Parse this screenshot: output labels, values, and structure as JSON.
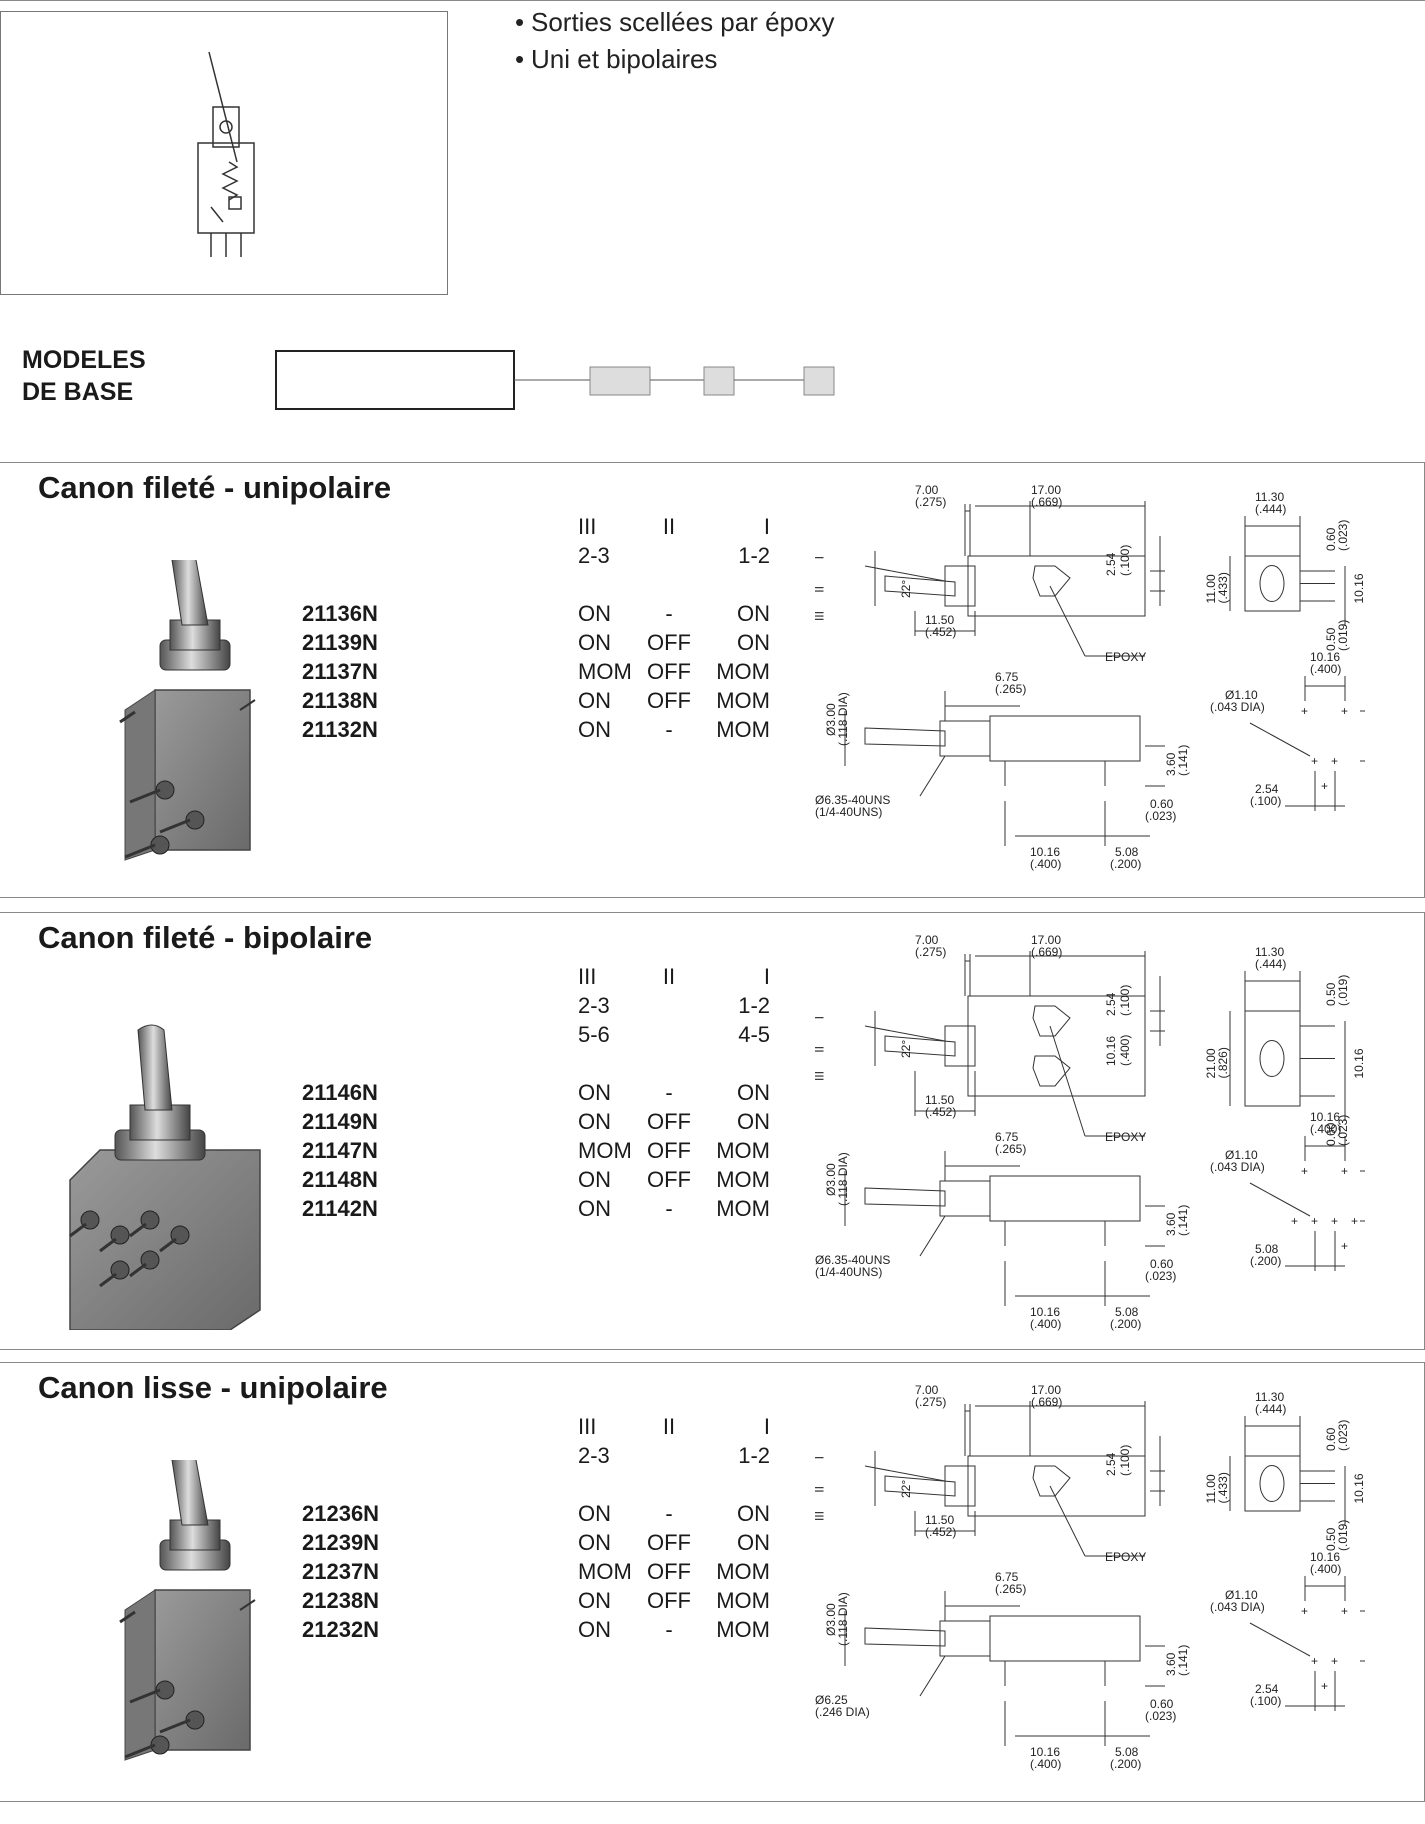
{
  "header": {
    "bullets": [
      "Sorties scellées par époxy",
      "Uni et bipolaires"
    ]
  },
  "base_models": {
    "label_line1": "MODELES",
    "label_line2": "DE BASE"
  },
  "sections": [
    {
      "title": "Canon fileté - unipolaire",
      "positions_header": [
        "III",
        "II",
        "I"
      ],
      "pin_rows": [
        [
          "2-3",
          "",
          "1-2"
        ]
      ],
      "parts": [
        {
          "code": "21136N",
          "p3": "ON",
          "p2": "-",
          "p1": "ON"
        },
        {
          "code": "21139N",
          "p3": "ON",
          "p2": "OFF",
          "p1": "ON"
        },
        {
          "code": "21137N",
          "p3": "MOM",
          "p2": "OFF",
          "p1": "MOM"
        },
        {
          "code": "21138N",
          "p3": "ON",
          "p2": "OFF",
          "p1": "MOM"
        },
        {
          "code": "21132N",
          "p3": "ON",
          "p2": "-",
          "p1": "MOM"
        }
      ],
      "dims": {
        "a": "7.00",
        "a_in": "(.275)",
        "b": "17.00",
        "b_in": "(.669)",
        "c": "2.54",
        "c_in": "(.100)",
        "d": "11.50",
        "d_in": "(.452)",
        "angle": "22°",
        "epoxy": "EPOXY",
        "e": "6.75",
        "e_in": "(.265)",
        "f": "Ø3.00",
        "f_in": "(.118 DIA)",
        "thread": "Ø6.35-40UNS",
        "thread_in": "(1/4-40UNS)",
        "g": "3.60",
        "g_in": "(.141)",
        "h": "0.60",
        "h_in": "(.023)",
        "i": "10.16",
        "i_in": "(.400)",
        "j": "5.08",
        "j_in": "(.200)",
        "side_w": "11.30",
        "side_w_in": "(.444)",
        "side_t": "0.60",
        "side_t_in": "(.023)",
        "side_h": "11.00",
        "side_h_in": "(.433)",
        "side_p": "10.16",
        "side_p_in": "(.400)",
        "side_b": "0.50",
        "side_b_in": "(.019)",
        "hole_w": "10.16",
        "hole_w_in": "(.400)",
        "hole_d": "Ø1.10",
        "hole_d_in": "(.043 DIA)",
        "hole_h": "10.16",
        "hole_h_in": "(.400)",
        "hole_p": "2.54",
        "hole_p_in": "(.100)",
        "hole_q": "5.08",
        "hole_q_in": "(.200)",
        "roman": [
          "I",
          "II",
          "III"
        ]
      }
    },
    {
      "title": "Canon fileté - bipolaire",
      "positions_header": [
        "III",
        "II",
        "I"
      ],
      "pin_rows": [
        [
          "2-3",
          "",
          "1-2"
        ],
        [
          "5-6",
          "",
          "4-5"
        ]
      ],
      "parts": [
        {
          "code": "21146N",
          "p3": "ON",
          "p2": "-",
          "p1": "ON"
        },
        {
          "code": "21149N",
          "p3": "ON",
          "p2": "OFF",
          "p1": "ON"
        },
        {
          "code": "21147N",
          "p3": "MOM",
          "p2": "OFF",
          "p1": "MOM"
        },
        {
          "code": "21148N",
          "p3": "ON",
          "p2": "OFF",
          "p1": "MOM"
        },
        {
          "code": "21142N",
          "p3": "ON",
          "p2": "-",
          "p1": "MOM"
        }
      ],
      "dims": {
        "a": "7.00",
        "a_in": "(.275)",
        "b": "17.00",
        "b_in": "(.669)",
        "c": "2.54",
        "c_in": "(.100)",
        "d": "11.50",
        "d_in": "(.452)",
        "angle": "22°",
        "epoxy": "EPOXY",
        "e": "6.75",
        "e_in": "(.265)",
        "f": "Ø3.00",
        "f_in": "(.118 DIA)",
        "thread": "Ø6.35-40UNS",
        "thread_in": "(1/4-40UNS)",
        "g": "3.60",
        "g_in": "(.141)",
        "h": "0.60",
        "h_in": "(.023)",
        "i": "10.16",
        "i_in": "(.400)",
        "j": "5.08",
        "j_in": "(.200)",
        "mid": "10.16",
        "mid_in": "(.400)",
        "side_w": "11.30",
        "side_w_in": "(.444)",
        "side_t": "0.50",
        "side_t_in": "(.019)",
        "side_h": "21.00",
        "side_h_in": "(.826)",
        "side_p": "10.16",
        "side_p_in": "(.400)",
        "side_b": "0.60",
        "side_b_in": "(.023)",
        "hole_w": "10.16",
        "hole_w_in": "(.400)",
        "hole_d": "Ø1.10",
        "hole_d_in": "(.043 DIA)",
        "hole_h": "10.16",
        "hole_h_in": "(.400)",
        "hole_p": "5.08",
        "hole_p_in": "(.200)",
        "hole_q": "5.08",
        "hole_q_in": "(.200)",
        "roman": [
          "I",
          "II",
          "III"
        ]
      }
    },
    {
      "title": "Canon lisse - unipolaire",
      "positions_header": [
        "III",
        "II",
        "I"
      ],
      "pin_rows": [
        [
          "2-3",
          "",
          "1-2"
        ]
      ],
      "parts": [
        {
          "code": "21236N",
          "p3": "ON",
          "p2": "-",
          "p1": "ON"
        },
        {
          "code": "21239N",
          "p3": "ON",
          "p2": "OFF",
          "p1": "ON"
        },
        {
          "code": "21237N",
          "p3": "MOM",
          "p2": "OFF",
          "p1": "MOM"
        },
        {
          "code": "21238N",
          "p3": "ON",
          "p2": "OFF",
          "p1": "MOM"
        },
        {
          "code": "21232N",
          "p3": "ON",
          "p2": "-",
          "p1": "MOM"
        }
      ],
      "dims": {
        "a": "7.00",
        "a_in": "(.275)",
        "b": "17.00",
        "b_in": "(.669)",
        "c": "2.54",
        "c_in": "(.100)",
        "d": "11.50",
        "d_in": "(.452)",
        "angle": "22°",
        "epoxy": "EPOXY",
        "e": "6.75",
        "e_in": "(.265)",
        "f": "Ø3.00",
        "f_in": "(.118 DIA)",
        "thread": "Ø6.25",
        "thread_in": "(.246 DIA)",
        "g": "3.60",
        "g_in": "(.141)",
        "h": "0.60",
        "h_in": "(.023)",
        "i": "10.16",
        "i_in": "(.400)",
        "j": "5.08",
        "j_in": "(.200)",
        "side_w": "11.30",
        "side_w_in": "(.444)",
        "side_t": "0.60",
        "side_t_in": "(.023)",
        "side_h": "11.00",
        "side_h_in": "(.433)",
        "side_p": "10.16",
        "side_p_in": "(.400)",
        "side_b": "0.50",
        "side_b_in": "(.019)",
        "hole_w": "10.16",
        "hole_w_in": "(.400)",
        "hole_d": "Ø1.10",
        "hole_d_in": "(.043 DIA)",
        "hole_h": "10.16",
        "hole_h_in": "(.400)",
        "hole_p": "2.54",
        "hole_p_in": "(.100)",
        "hole_q": "5.08",
        "hole_q_in": "(.200)",
        "roman": [
          "I",
          "II",
          "III"
        ]
      }
    }
  ]
}
